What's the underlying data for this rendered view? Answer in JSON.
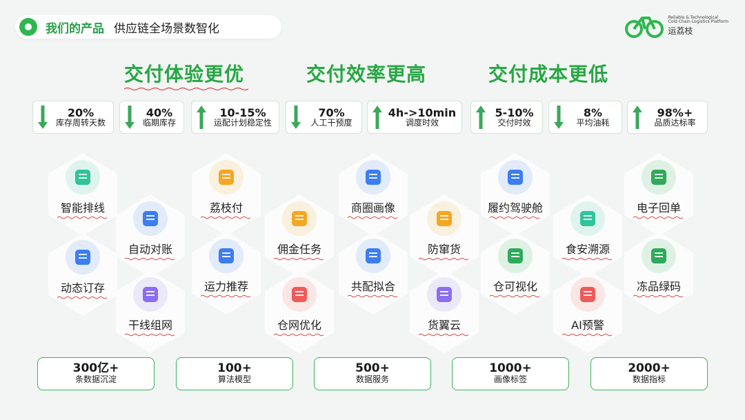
{
  "header": {
    "section": "我们的产品",
    "title": "供应链全场景数智化"
  },
  "logo": {
    "en_line1": "Reliable & Technological",
    "en_line2": "Cold Chain Logistics Platform",
    "cn": "运荔枝"
  },
  "headlines": [
    "交付体验更优",
    "交付效率更高",
    "交付成本更低"
  ],
  "metrics": [
    {
      "value": "20%",
      "label": "库存周转天数",
      "direction": "down"
    },
    {
      "value": "40%",
      "label": "临期库存",
      "direction": "down"
    },
    {
      "value": "10-15%",
      "label": "运配计划稳定性",
      "direction": "up"
    },
    {
      "value": "70%",
      "label": "人工干预度",
      "direction": "down"
    },
    {
      "value": "4h->10min",
      "label": "调度时效",
      "direction": "up"
    },
    {
      "value": "5-10%",
      "label": "交付时效",
      "direction": "up"
    },
    {
      "value": "8%",
      "label": "平均油耗",
      "direction": "down"
    },
    {
      "value": "98%+",
      "label": "品质达标率",
      "direction": "up"
    }
  ],
  "features": [
    {
      "label": "智能排线",
      "icon": "route-icon",
      "color": "#2fc49a"
    },
    {
      "label": "自动对账",
      "icon": "invoice-icon",
      "color": "#3d7df2"
    },
    {
      "label": "动态订存",
      "icon": "box-icon",
      "color": "#3d7df2"
    },
    {
      "label": "干线组网",
      "icon": "network-icon",
      "color": "#8a6df0"
    },
    {
      "label": "荔枝付",
      "icon": "card-icon",
      "color": "#f5a623"
    },
    {
      "label": "运力推荐",
      "icon": "truck-star-icon",
      "color": "#3d7df2"
    },
    {
      "label": "佣金任务",
      "icon": "coins-icon",
      "color": "#f5a623"
    },
    {
      "label": "仓网优化",
      "icon": "hourglass-icon",
      "color": "#ef5a5a"
    },
    {
      "label": "商圈画像",
      "icon": "store-icon",
      "color": "#3d7df2"
    },
    {
      "label": "共配拟合",
      "icon": "grid-icon",
      "color": "#3d7df2"
    },
    {
      "label": "防窜货",
      "icon": "warning-icon",
      "color": "#f5a623"
    },
    {
      "label": "货翼云",
      "icon": "cloud-stack-icon",
      "color": "#8a6df0"
    },
    {
      "label": "履约驾驶舱",
      "icon": "delivery-truck-icon",
      "color": "#3d7df2"
    },
    {
      "label": "仓可视化",
      "icon": "warehouse-icon",
      "color": "#2faa5a"
    },
    {
      "label": "食安溯源",
      "icon": "document-stack-icon",
      "color": "#2fc49a"
    },
    {
      "label": "AI预警",
      "icon": "alarm-icon",
      "color": "#ef5a5a"
    },
    {
      "label": "电子回单",
      "icon": "receipt-icon",
      "color": "#2faa5a"
    },
    {
      "label": "冻品绿码",
      "icon": "qr-code-icon",
      "color": "#2faa5a"
    }
  ],
  "stats": [
    {
      "value": "300亿+",
      "label": "条数据沉淀"
    },
    {
      "value": "100+",
      "label": "算法模型"
    },
    {
      "value": "500+",
      "label": "数据服务"
    },
    {
      "value": "1000+",
      "label": "画像标签"
    },
    {
      "value": "2000+",
      "label": "数据指标"
    }
  ],
  "colors": {
    "brand_green": "#28a745",
    "arrow_green": "#3aa85a",
    "underline_red": "#e0423c"
  }
}
